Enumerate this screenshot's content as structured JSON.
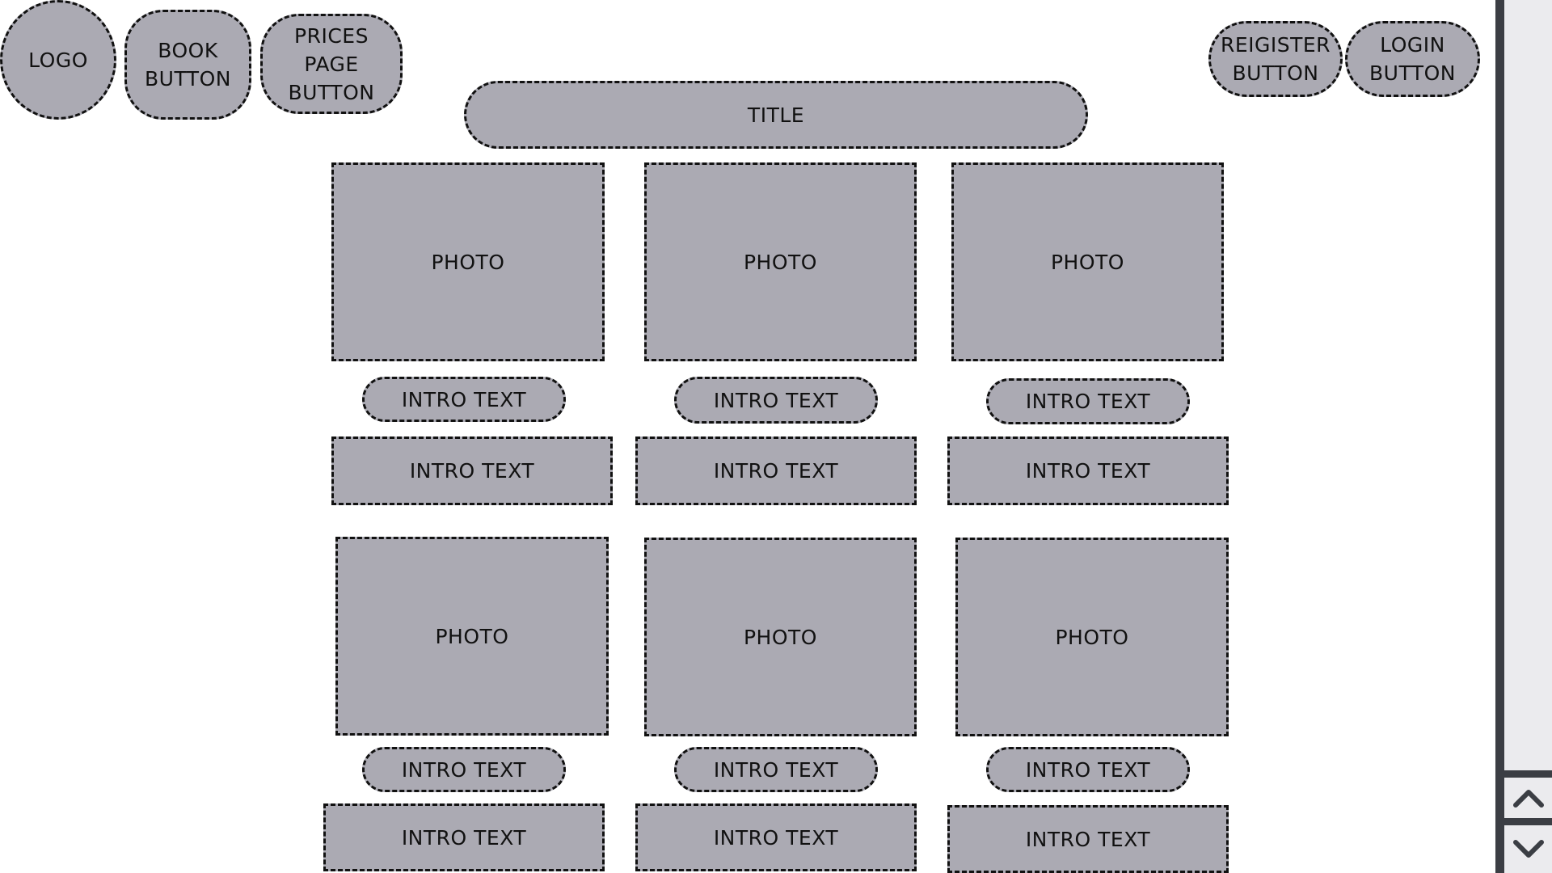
{
  "header": {
    "logo_label": "LOGO",
    "book_button_lines": [
      "BOOK",
      "BUTTON"
    ],
    "prices_button_lines": [
      "PRICES",
      "PAGE",
      "BUTTON"
    ],
    "register_button_lines": [
      "REIGISTER",
      "BUTTON"
    ],
    "login_button_lines": [
      "LOGIN",
      "BUTTON"
    ],
    "title": "TITLE"
  },
  "grid": {
    "cards": [
      {
        "photo": "PHOTO",
        "intro_pill": "INTRO TEXT",
        "intro_box": "INTRO TEXT"
      },
      {
        "photo": "PHOTO",
        "intro_pill": "INTRO TEXT",
        "intro_box": "INTRO TEXT"
      },
      {
        "photo": "PHOTO",
        "intro_pill": "INTRO TEXT",
        "intro_box": "INTRO TEXT"
      },
      {
        "photo": "PHOTO",
        "intro_pill": "INTRO TEXT",
        "intro_box": "INTRO TEXT"
      },
      {
        "photo": "PHOTO",
        "intro_pill": "INTRO TEXT",
        "intro_box": "INTRO TEXT"
      },
      {
        "photo": "PHOTO",
        "intro_pill": "INTRO TEXT",
        "intro_box": "INTRO TEXT"
      }
    ]
  },
  "scrollbar": {
    "up_icon": "chevron-up-icon",
    "down_icon": "chevron-down-icon"
  },
  "colors": {
    "placeholder_fill": "#abaab3",
    "dash_border": "#111111",
    "scrollbar_frame": "#3b3e44",
    "scrollbar_track": "#ebebee"
  }
}
